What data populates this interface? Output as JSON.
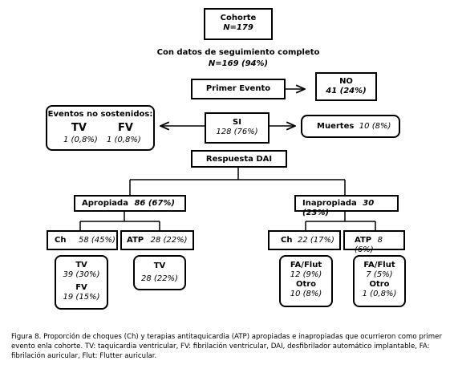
{
  "cohort": {
    "label": "Cohorte",
    "n": "N=179"
  },
  "followup": {
    "label": "Con datos de seguimiento completo",
    "n": "N=169 (94%)"
  },
  "first_event": {
    "label": "Primer Evento"
  },
  "no_event": {
    "label": "NO",
    "value": "41 (24%)"
  },
  "non_sustained": {
    "title": "Eventos no sostenidos:",
    "tv_label": "TV",
    "fv_label": "FV",
    "tv_value": "1 (0,8%)",
    "fv_value": "1 (0,8%)"
  },
  "si": {
    "label": "SI",
    "value": "128 (76%)"
  },
  "deaths": {
    "label": "Muertes",
    "value": "10 (8%)"
  },
  "dai_response": {
    "label": "Respuesta DAI"
  },
  "appropriate": {
    "label": "Apropiada",
    "value": "86 (67%)"
  },
  "inappropriate": {
    "label": "Inapropiada",
    "value": "30 (23%)"
  },
  "app_ch": {
    "label": "Ch",
    "value": "58 (45%)"
  },
  "app_atp": {
    "label": "ATP",
    "value": "28 (22%)"
  },
  "inapp_ch": {
    "label": "Ch",
    "value": "22 (17%)"
  },
  "inapp_atp": {
    "label": "ATP",
    "value": "8 (6%)"
  },
  "app_ch_detail": {
    "tv_label": "TV",
    "tv_value": "39 (30%)",
    "fv_label": "FV",
    "fv_value": "19 (15%)"
  },
  "app_atp_detail": {
    "tv_label": "TV",
    "tv_value": "28 (22%)"
  },
  "inapp_ch_detail": {
    "fa_label": "FA/Flut",
    "fa_value": "12 (9%)",
    "otro_label": "Otro",
    "otro_value": "10 (8%)"
  },
  "inapp_atp_detail": {
    "fa_label": "FA/Flut",
    "fa_value": "7 (5%)",
    "otro_label": "Otro",
    "otro_value": "1 (0,8%)"
  },
  "caption": "Figura  8. Proporción de choques (Ch) y terapias antitaquicardia (ATP) apropiadas e inapropiadas que ocurrieron como primer evento enla cohorte. TV: taquicardia ventricular, FV: fibrilación ventricular, DAI, desfibrilador automático implantable, FA: fibrilación auricular, Flut: Flutter auricular."
}
